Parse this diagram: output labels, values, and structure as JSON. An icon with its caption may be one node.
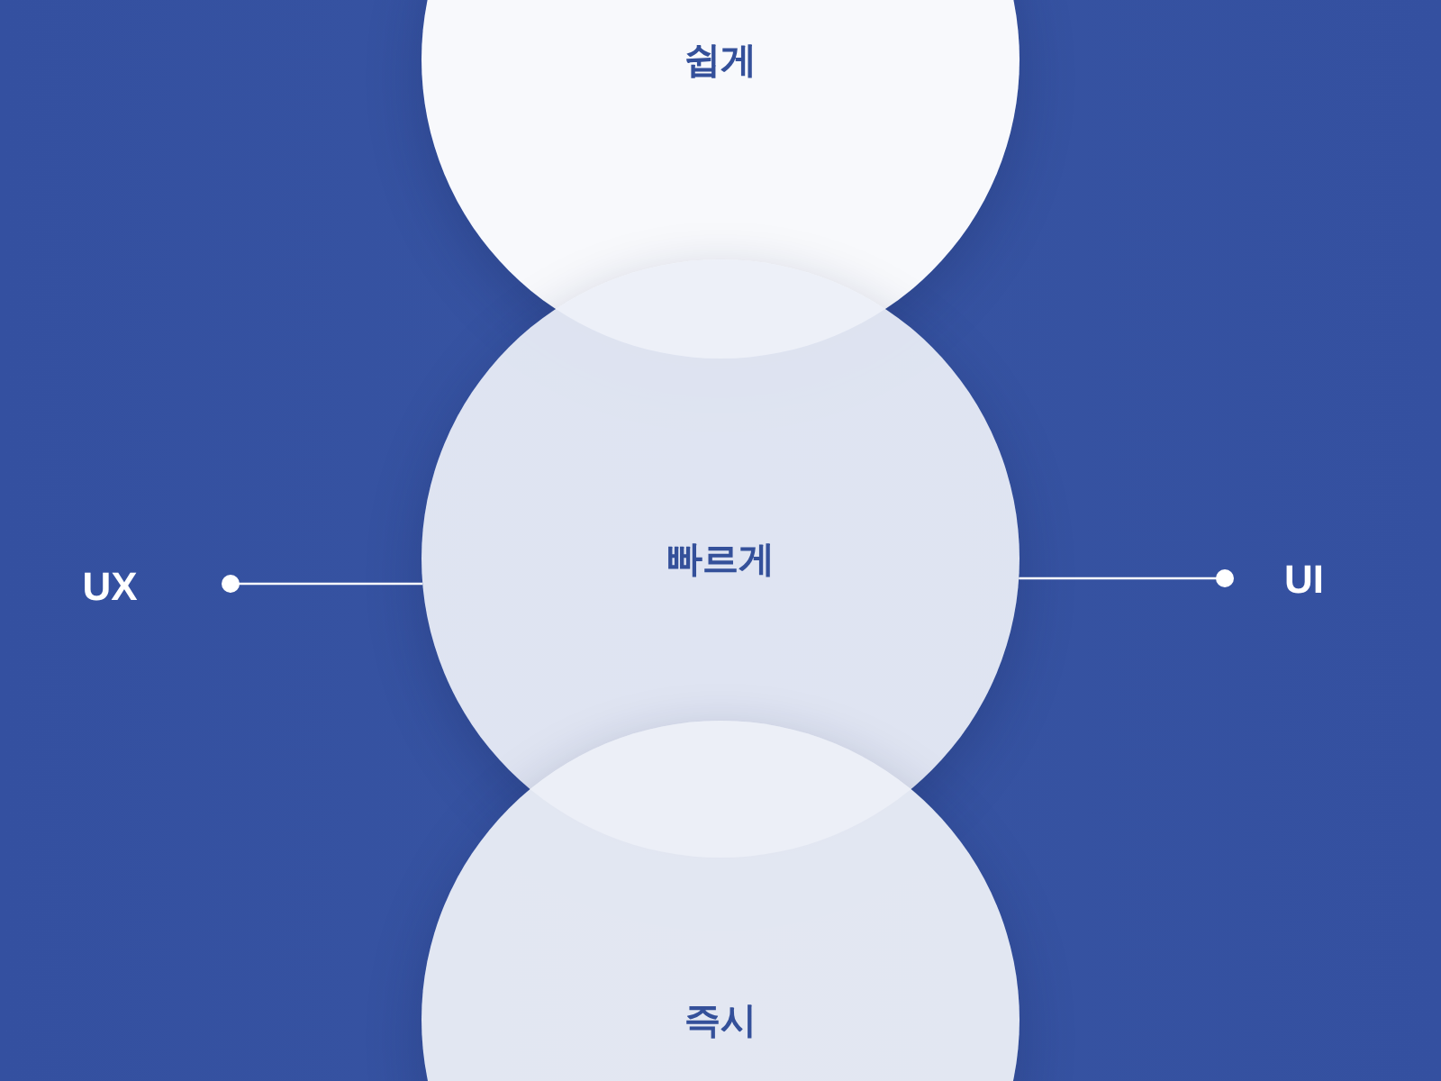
{
  "diagram": {
    "nodes": [
      {
        "text": [
          "쉽게"
        ]
      },
      {
        "text": [
          "빠르게"
        ]
      },
      {
        "text": [
          "즉시"
        ]
      },
      {
        "text": [
          "UX"
        ]
      },
      {
        "text": [
          "UI"
        ]
      }
    ],
    "edges": [
      {
        "from": 3,
        "to": 1,
        "arrow": "other"
      },
      {
        "from": 4,
        "to": 1,
        "arrow": "other"
      }
    ]
  }
}
